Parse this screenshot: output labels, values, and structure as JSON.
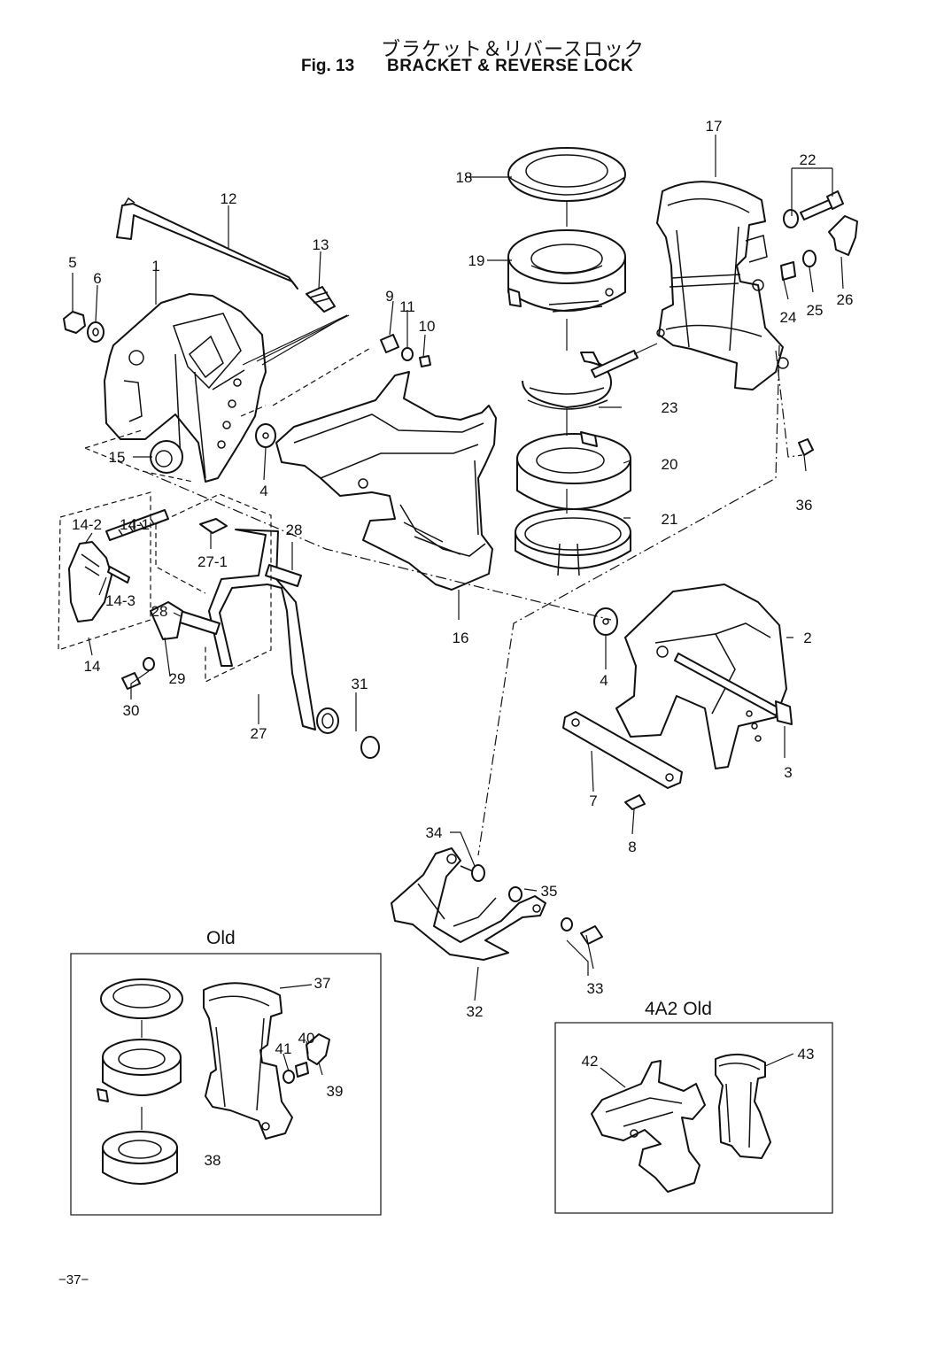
{
  "header": {
    "title_jp": "ブラケット＆リバースロック",
    "fig_no": "Fig. 13",
    "title_en": "BRACKET & REVERSE LOCK"
  },
  "sections": {
    "old": "Old",
    "old_4a2": "4A2 Old"
  },
  "callouts": {
    "c1": "1",
    "c2": "2",
    "c3": "3",
    "c4a": "4",
    "c4b": "4",
    "c5": "5",
    "c6": "6",
    "c7": "7",
    "c8": "8",
    "c9": "9",
    "c10": "10",
    "c11": "11",
    "c12": "12",
    "c13": "13",
    "c14": "14",
    "c14_1": "14-1",
    "c14_2": "14-2",
    "c14_3": "14-3",
    "c15": "15",
    "c16": "16",
    "c17": "17",
    "c18": "18",
    "c19": "19",
    "c20": "20",
    "c21": "21",
    "c22": "22",
    "c23": "23",
    "c24": "24",
    "c25": "25",
    "c26": "26",
    "c27": "27",
    "c27_1": "27-1",
    "c28a": "28",
    "c28b": "28",
    "c29": "29",
    "c30": "30",
    "c31": "31",
    "c32": "32",
    "c33": "33",
    "c34": "34",
    "c35": "35",
    "c36": "36",
    "c37": "37",
    "c38": "38",
    "c39": "39",
    "c40": "40",
    "c41": "41",
    "c42": "42",
    "c43": "43"
  },
  "footer": {
    "page_number": "−37−"
  }
}
